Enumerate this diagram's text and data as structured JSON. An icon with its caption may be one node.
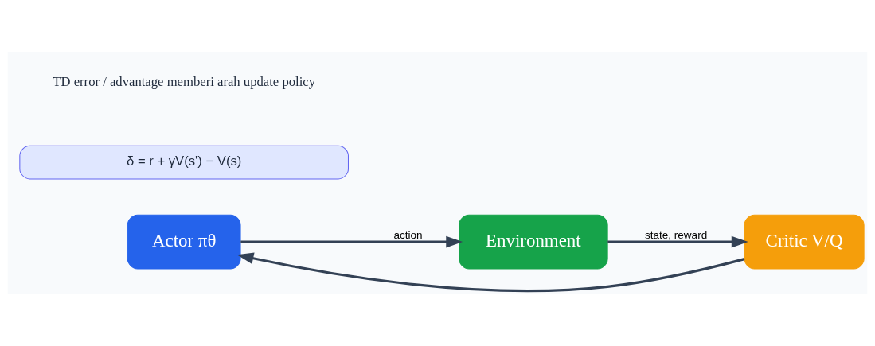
{
  "diagram": {
    "nodes": [
      {
        "text": [
          "Actor πθ"
        ]
      },
      {
        "text": [
          "Environment"
        ]
      },
      {
        "text": [
          "Critic V/Q"
        ]
      },
      {
        "text": [
          "δ = r + γV(s') − V(s)"
        ]
      }
    ],
    "edges": [
      {
        "from": 0,
        "to": 1,
        "arrow": "to",
        "label": "action"
      },
      {
        "from": 1,
        "to": 2,
        "arrow": "to",
        "label": "state, reward"
      },
      {
        "from": 2,
        "to": 0,
        "arrow": "to"
      }
    ],
    "labels": [
      "TD error / advantage memberi arah update policy"
    ]
  }
}
